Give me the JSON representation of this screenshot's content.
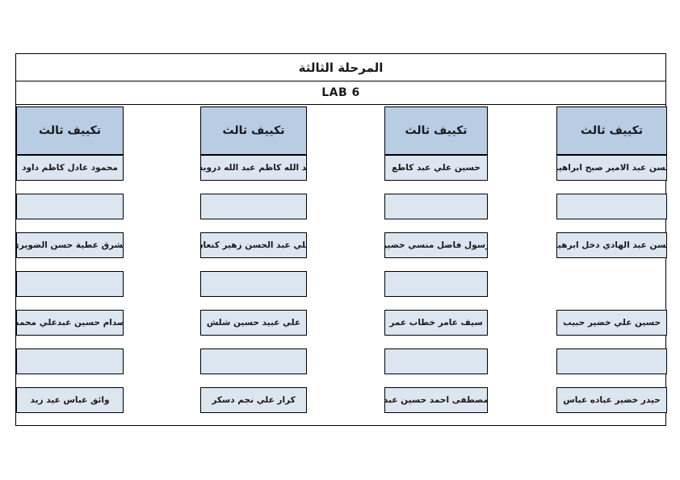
{
  "document": {
    "stage_title": "المرحلة الثالثة",
    "lab_title": "LAB 6"
  },
  "colors": {
    "header_fill": "#b8cce4",
    "cell_fill": "#dce6f1",
    "border": "#000000",
    "text": "#1a1a1a",
    "page_bg": "#ffffff"
  },
  "columns": [
    {
      "header": "تكييف ثالث",
      "slots": [
        "محمود عادل كاظم داود",
        "",
        "مشرق عطية حسن الضويري",
        "",
        "صدام حسين عبدعلي محمد",
        "",
        "وائق عباس عيد زيد"
      ]
    },
    {
      "header": "تكييف ثالث",
      "slots": [
        "عبد الله كاظم عبد الله درويش",
        "",
        "علي عبد الحسن زهير كنعان",
        "",
        "علي عبيد حسين شلش",
        "",
        "كرار علي نجم دسكر"
      ]
    },
    {
      "header": "تكييف ثالث",
      "slots": [
        "حسين علي عبد كاطع",
        "",
        "رسول فاضل منسي خضير",
        "",
        "سيف عامر خطاب عمر",
        "",
        "مصطفى احمد حسين عبد"
      ]
    },
    {
      "header": "تكييف ثالث",
      "slots": [
        "حسن عبد الامير صبح ابراهيم",
        "",
        "حسن عبد الهادي دخل ابرهيم",
        null,
        "حسين علي خضير حبيب",
        "",
        "حيدر خضير عباده عباس"
      ]
    }
  ]
}
